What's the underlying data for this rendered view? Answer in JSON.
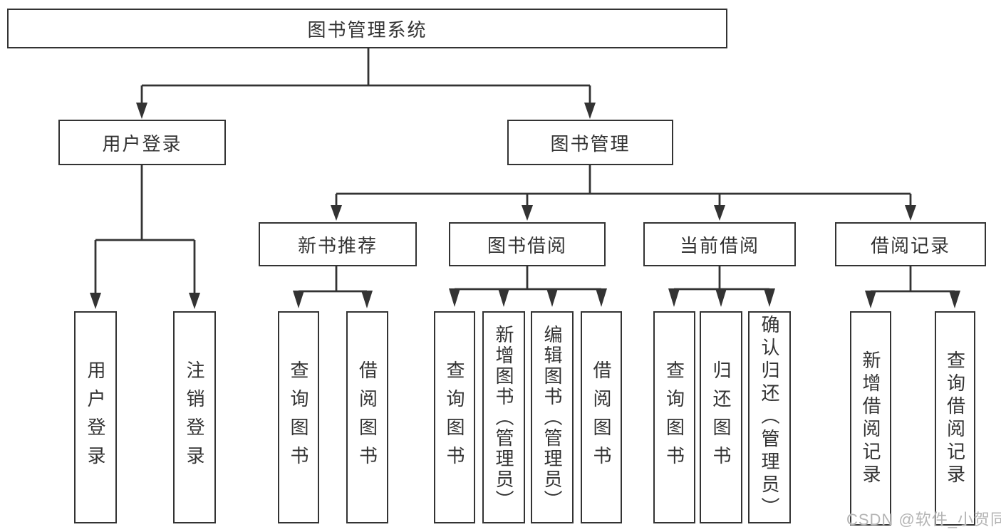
{
  "colors": {
    "line": "#333333",
    "box_border": "#333333",
    "text": "#333333",
    "background": "#ffffff",
    "watermark": "#b4b4b4"
  },
  "watermark": {
    "text": "CSDN @软件_小贺同学"
  },
  "tree": {
    "root": {
      "label": "图书管理系统"
    },
    "branches": [
      {
        "label": "用户登录",
        "children": [
          {
            "label": "用户登录"
          },
          {
            "label": "注销登录"
          }
        ]
      },
      {
        "label": "图书管理",
        "children": [
          {
            "label": "新书推荐",
            "children": [
              {
                "label": "查询图书"
              },
              {
                "label": "借阅图书"
              }
            ]
          },
          {
            "label": "图书借阅",
            "children": [
              {
                "label": "查询图书"
              },
              {
                "label": "新增图书（管理员）"
              },
              {
                "label": "编辑图书（管理员）"
              },
              {
                "label": "借阅图书"
              }
            ]
          },
          {
            "label": "当前借阅",
            "children": [
              {
                "label": "查询图书"
              },
              {
                "label": "归还图书"
              },
              {
                "label": "确认归还（管理员）"
              }
            ]
          },
          {
            "label": "借阅记录",
            "children": [
              {
                "label": "新增借阅记录"
              },
              {
                "label": "查询借阅记录"
              }
            ]
          }
        ]
      }
    ]
  }
}
